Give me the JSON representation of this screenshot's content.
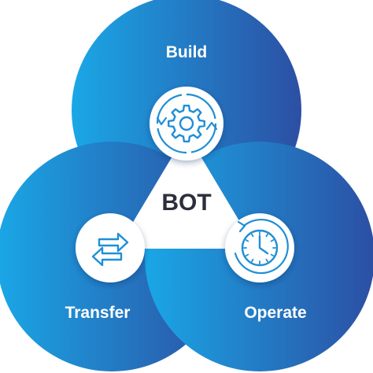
{
  "diagram": {
    "center_label": "BOT",
    "circles": [
      {
        "label": "Build",
        "icon": "gear-icon"
      },
      {
        "label": "Transfer",
        "icon": "transfer-arrows-icon"
      },
      {
        "label": "Operate",
        "icon": "clock-icon"
      }
    ]
  },
  "colors": {
    "circle_light": "#1aa7e6",
    "circle_dark": "#2c4fa3",
    "icon_stroke": "#1f8fd6",
    "center_text": "#2a2f3a",
    "label_text": "#ffffff"
  }
}
